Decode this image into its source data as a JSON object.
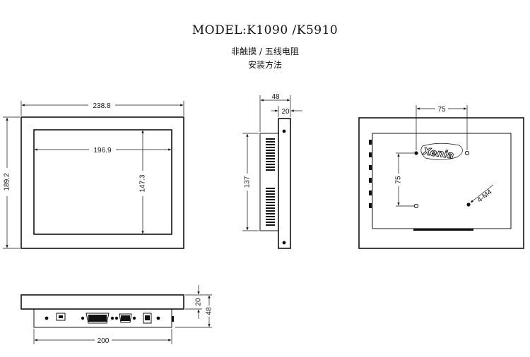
{
  "header": {
    "model": "MODEL:K1090 /K5910",
    "subtitle_line1": "非触摸 / 五线电阻",
    "subtitle_line2": "安装方法"
  },
  "front_view": {
    "outer_width": "238.8",
    "outer_height": "189.2",
    "screen_width": "196.9",
    "screen_height": "147.3"
  },
  "side_view": {
    "depth": "48",
    "bezel": "20",
    "height": "137"
  },
  "back_view": {
    "hole_spacing_horizontal": "75",
    "hole_spacing_vertical": "75",
    "screw_spec": "4-M4",
    "logo": "Xenia"
  },
  "bottom_view": {
    "width": "200",
    "bezel": "20",
    "depth": "48"
  }
}
